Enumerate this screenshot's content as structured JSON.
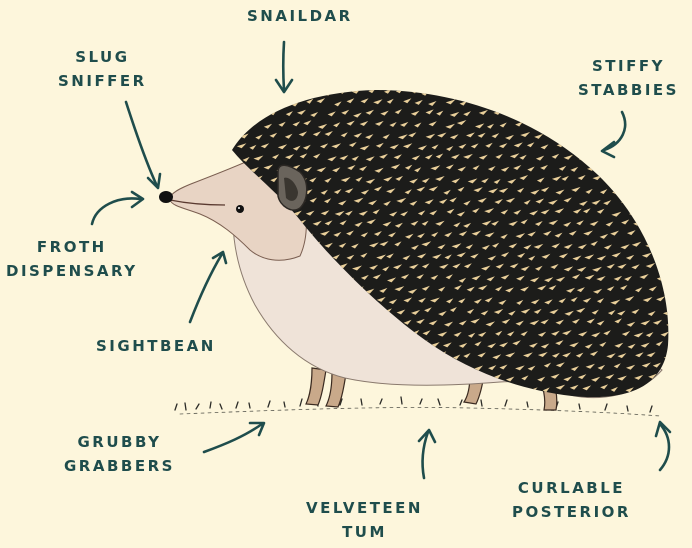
{
  "colors": {
    "background": "#fdf6dc",
    "ink": "#1f4d4c",
    "spines": "#1c1c1a",
    "spine_tips": "#e9cf9a",
    "belly": "#efe3d8",
    "face": "#e8d4c4",
    "nose": "#111111"
  },
  "labels": {
    "snaildar": "SNAILDAR",
    "slug_sniffer_1": "SLUG",
    "slug_sniffer_2": "SNIFFER",
    "stiffy_stabbies_1": "STIFFY",
    "stiffy_stabbies_2": "STABBIES",
    "froth_dispensary_1": "FROTH",
    "froth_dispensary_2": "DISPENSARY",
    "sightbean": "SIGHTBEAN",
    "grubby_grabbers_1": "GRUBBY",
    "grubby_grabbers_2": "GRABBERS",
    "velveteen_tum_1": "VELVETEEN",
    "velveteen_tum_2": "TUM",
    "curlable_posterior_1": "CURLABLE",
    "curlable_posterior_2": "POSTERIOR"
  }
}
